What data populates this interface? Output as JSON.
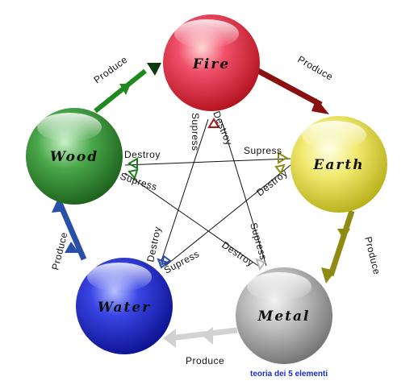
{
  "elements": {
    "fire": {
      "label": "Fire",
      "color": "#e8202a"
    },
    "earth": {
      "label": "Earth",
      "color": "#e6de3a"
    },
    "metal": {
      "label": "Metal",
      "color": "#a8a8a8"
    },
    "water": {
      "label": "Water",
      "color": "#1f25cc"
    },
    "wood": {
      "label": "Wood",
      "color": "#2d8a2d"
    }
  },
  "cycle_labels": {
    "wood_fire": "Produce",
    "fire_earth": "Produce",
    "earth_metal": "Produce",
    "metal_water": "Produce",
    "water_wood": "Produce"
  },
  "star_labels": {
    "fire_supress": "Supress",
    "fire_destroy": "Destroy",
    "wood_destroy": "Destroy",
    "wood_supress": "Supress",
    "earth_supress": "Supress",
    "earth_destroy": "Destroy",
    "water_destroy": "Destroy",
    "water_supress": "Supress",
    "metal_supress": "Supress",
    "metal_destroy": "Destroy"
  },
  "arrow_colors": {
    "wood_fire": "#1e8a1e",
    "fire_earth": "#8b0f0f",
    "earth_metal": "#8f8a10",
    "metal_water": "#d2d2d2",
    "water_wood": "#2a4fa8"
  },
  "caption": "teoria dei 5 elementi"
}
